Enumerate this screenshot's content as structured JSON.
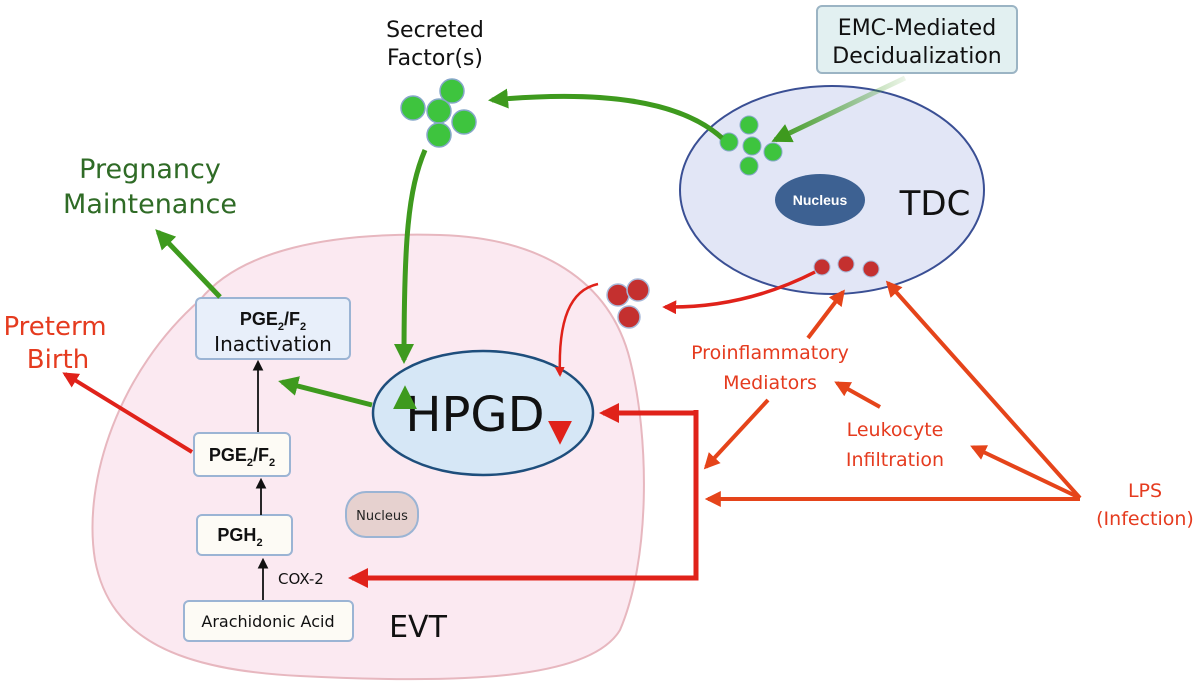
{
  "title": "HPGD regulation of prostaglandin inactivation in EVT by TDC secreted factors and LPS-induced inflammation",
  "colors": {
    "green_arrow": "#3e9a1e",
    "green_text": "#2f6b26",
    "red_arrow": "#e0221a",
    "orange_arrow": "#e5441a",
    "red_text": "#e53b1f",
    "evt_fill": "#fbe9f1",
    "evt_stroke": "#e7b7bf",
    "tdc_fill": "#e2e6f6",
    "tdc_stroke": "#3a4f94",
    "hpgd_fill": "#d6e7f6",
    "hpgd_stroke": "#1e4e7c",
    "tdc_nucleus_fill": "#3d6192",
    "evt_nucleus_fill": "#e6d1cf",
    "emc_box_fill": "#e2f0f1",
    "secreted_factor": "#3ec43e",
    "mediator_dot": "#c4302f"
  },
  "labels": {
    "secreted_factors": [
      "Secreted",
      "Factor(s)"
    ],
    "emc_decidualization": [
      "EMC-Mediated",
      "Decidualization"
    ],
    "tdc": "TDC",
    "tdc_nucleus": "Nucleus",
    "pregnancy_maintenance": [
      "Pregnancy",
      "Maintenance"
    ],
    "preterm_birth": [
      "Preterm",
      "Birth"
    ],
    "pge_inactivation": {
      "line1_main": "PGE",
      "line1_sub1": "2",
      "line1_mid": "/F",
      "line1_sub2": "2",
      "line2": "Inactivation"
    },
    "pge_f2": {
      "main": "PGE",
      "sub1": "2",
      "mid": "/F",
      "sub2": "2"
    },
    "pgh2": {
      "main": "PGH",
      "sub": "2"
    },
    "cox2": "COX-2",
    "arachidonic_acid": "Arachidonic Acid",
    "evt_nucleus": "Nucleus",
    "evt": "EVT",
    "hpgd": "HPGD",
    "proinflammatory_mediators": [
      "Proinflammatory",
      "Mediators"
    ],
    "leukocyte_infiltration": [
      "Leukocyte",
      "Infiltration"
    ],
    "lps": [
      "LPS",
      "(Infection)"
    ]
  }
}
